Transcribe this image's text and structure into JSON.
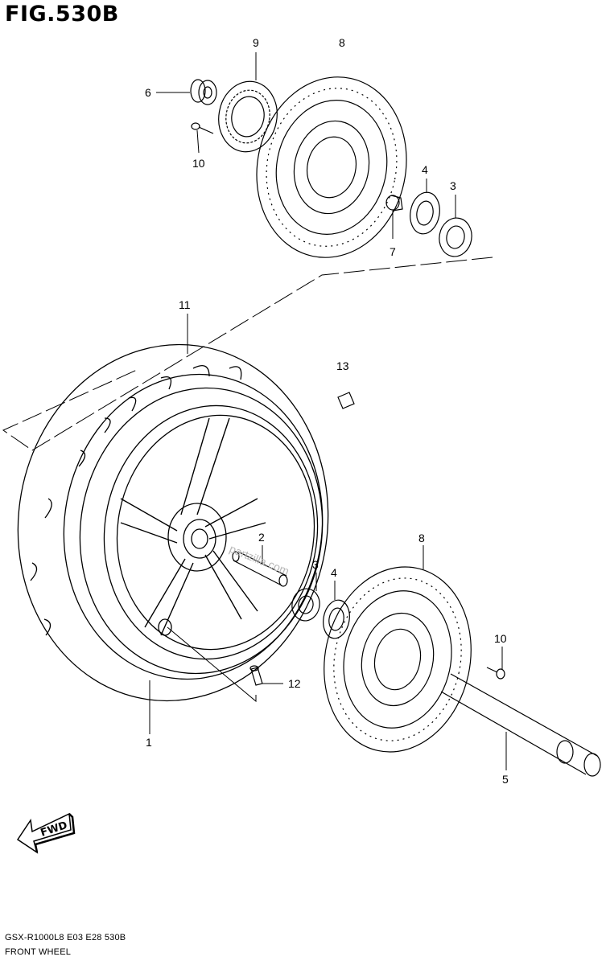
{
  "figure": {
    "title": "FIG.530B",
    "footer_code": "GSX-R1000L8  E03  E28  530B",
    "footer_name": "FRONT WHEEL"
  },
  "callouts": [
    "1",
    "2",
    "3",
    "3",
    "4",
    "4",
    "5",
    "6",
    "7",
    "8",
    "8",
    "9",
    "10",
    "10",
    "11",
    "12",
    "13"
  ],
  "watermark": "partzilla.com",
  "fwd_label": "FWD"
}
